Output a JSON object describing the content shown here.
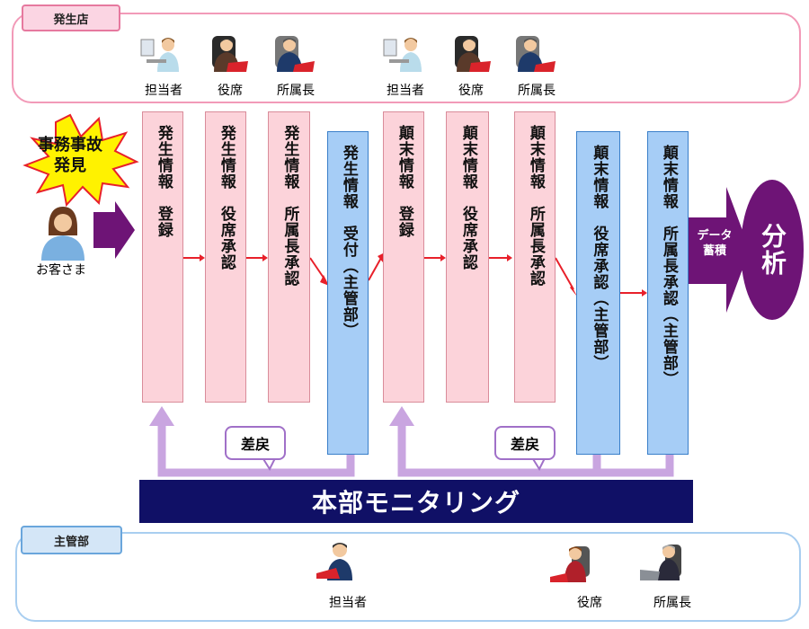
{
  "store_panel": {
    "title": "発生店",
    "roles_left": [
      "担当者",
      "役席",
      "所属長"
    ],
    "roles_right": [
      "担当者",
      "役席",
      "所属長"
    ]
  },
  "trigger": {
    "line1": "事務事故",
    "line2": "発見"
  },
  "customer": {
    "label": "お客さま"
  },
  "columns": [
    {
      "text": "発生情報　登録",
      "style": "pink"
    },
    {
      "text": "発生情報　役席承認",
      "style": "pink"
    },
    {
      "text": "発生情報　所属長承認",
      "style": "pink"
    },
    {
      "text": "発生情報　受付（主管部）",
      "style": "blue"
    },
    {
      "text": "顛末情報　登録",
      "style": "pink"
    },
    {
      "text": "顛末情報　役席承認",
      "style": "pink"
    },
    {
      "text": "顛末情報　所属長承認",
      "style": "pink"
    },
    {
      "text": "顛末情報　役席承認（主管部）",
      "style": "blue"
    },
    {
      "text": "顛末情報　所属長承認（主管部）",
      "style": "blue"
    }
  ],
  "data_storage": {
    "line1": "データ",
    "line2": "蓄積"
  },
  "analysis": {
    "label": "分析"
  },
  "return_label_1": "差戻",
  "return_label_2": "差戻",
  "monitoring": {
    "label": "本部モニタリング"
  },
  "head_office_panel": {
    "title": "主管部",
    "staff": "担当者",
    "deputy": "役席",
    "manager": "所属長"
  },
  "colors": {
    "pink_fill": "#fcd3da",
    "blue_fill": "#a6cdf6",
    "arrow_red": "#e8202a",
    "purple": "#6e1476",
    "navy": "#101066",
    "lavender_arrow": "#c9a5e0"
  }
}
